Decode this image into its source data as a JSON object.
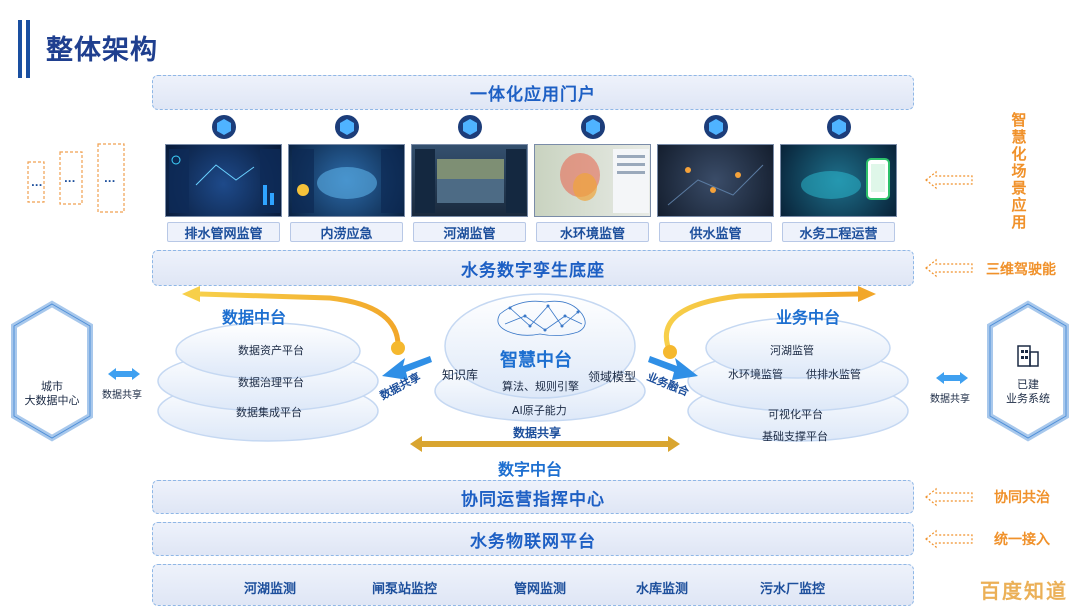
{
  "page_title": "整体架构",
  "layers": {
    "portal": "一体化应用门户",
    "twin": "水务数字孪生底座",
    "command": "协同运营指挥中心",
    "iot": "水务物联网平台"
  },
  "apps": [
    {
      "label": "排水管网监管"
    },
    {
      "label": "内涝应急"
    },
    {
      "label": "河湖监管"
    },
    {
      "label": "水环境监管"
    },
    {
      "label": "供水监管"
    },
    {
      "label": "水务工程运营"
    }
  ],
  "side_labels": {
    "smart": "智慧化场景应用",
    "three_d": "三维驾驶能",
    "collab": "协同共治",
    "unified": "统一接入"
  },
  "data_platform": {
    "title": "数据中台",
    "items": [
      "数据资产平台",
      "数据治理平台",
      "数据集成平台"
    ],
    "share_label": "数据共享"
  },
  "smart_platform": {
    "title": "智慧中台",
    "items": [
      "知识库",
      "算法、规则引擎",
      "领域模型",
      "AI原子能力"
    ],
    "data_share": "数据共享",
    "digital": "数字中台"
  },
  "business_platform": {
    "title": "业务中台",
    "items": [
      "河湖监管",
      "水环境监管",
      "供排水监管",
      "可视化平台",
      "基础支撑平台"
    ],
    "fusion_label": "业务融合"
  },
  "left_hex": {
    "line1": "城市",
    "line2": "大数据中心",
    "share": "数据共享"
  },
  "right_hex": {
    "line1": "已建",
    "line2": "业务系统",
    "share": "数据共享"
  },
  "monitoring": [
    "河湖监测",
    "闸泵站监控",
    "管网监测",
    "水库监测",
    "污水厂监控"
  ],
  "watermark": "百度知道",
  "colors": {
    "primary_blue": "#1d5fc4",
    "orange": "#f0912a",
    "gold": "#f2b830"
  }
}
